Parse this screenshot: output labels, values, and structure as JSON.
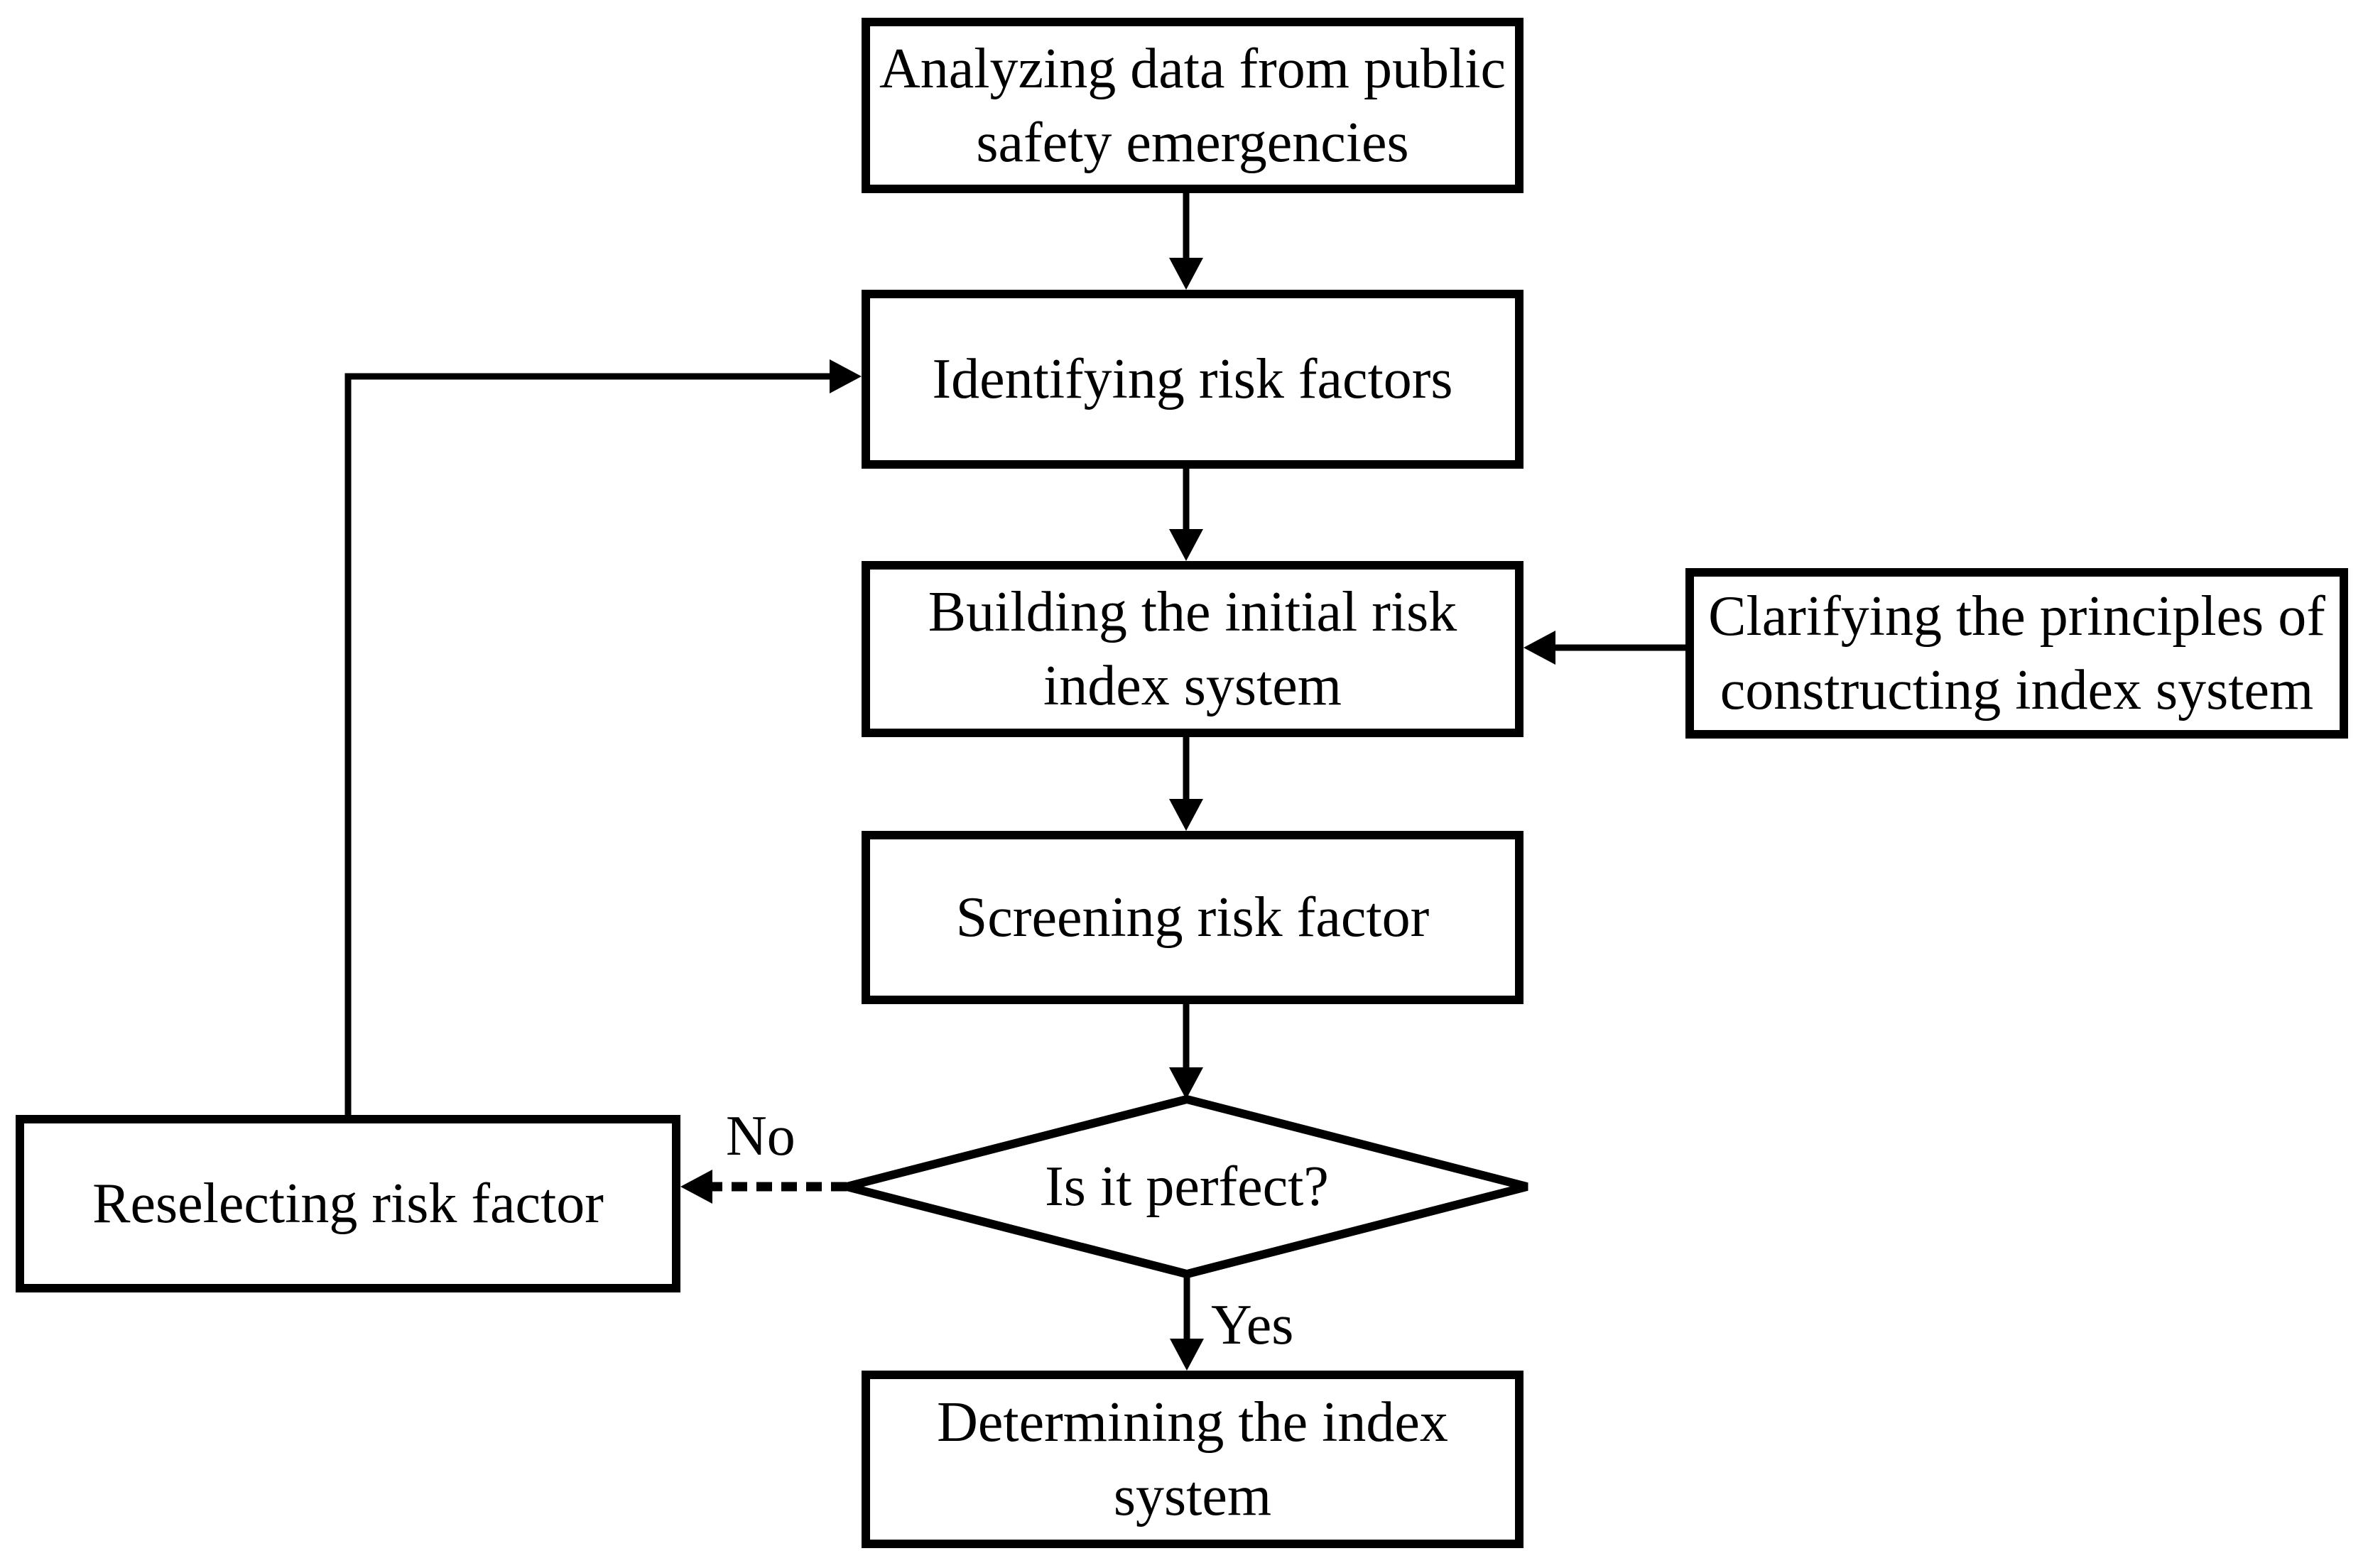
{
  "nodes": {
    "analyzing": {
      "lines": [
        "Analyzing data from public",
        "safety emergencies"
      ]
    },
    "identifying": {
      "lines": [
        "Identifying risk factors"
      ]
    },
    "building": {
      "lines": [
        "Building the initial risk",
        "index system"
      ]
    },
    "clarifying": {
      "lines": [
        "Clarifying the principles of",
        "constructing index system"
      ]
    },
    "screening": {
      "lines": [
        "Screening risk factor"
      ]
    },
    "decision": {
      "lines": [
        "Is it perfect?"
      ]
    },
    "reselecting": {
      "lines": [
        "Reselecting risk factor"
      ]
    },
    "determining": {
      "lines": [
        "Determining the index",
        "system"
      ]
    }
  },
  "edge_labels": {
    "no": "No",
    "yes": "Yes"
  },
  "colors": {
    "stroke": "#000000",
    "node_fill": "#ffffff",
    "text": "#000000",
    "background": "#ffffff"
  }
}
